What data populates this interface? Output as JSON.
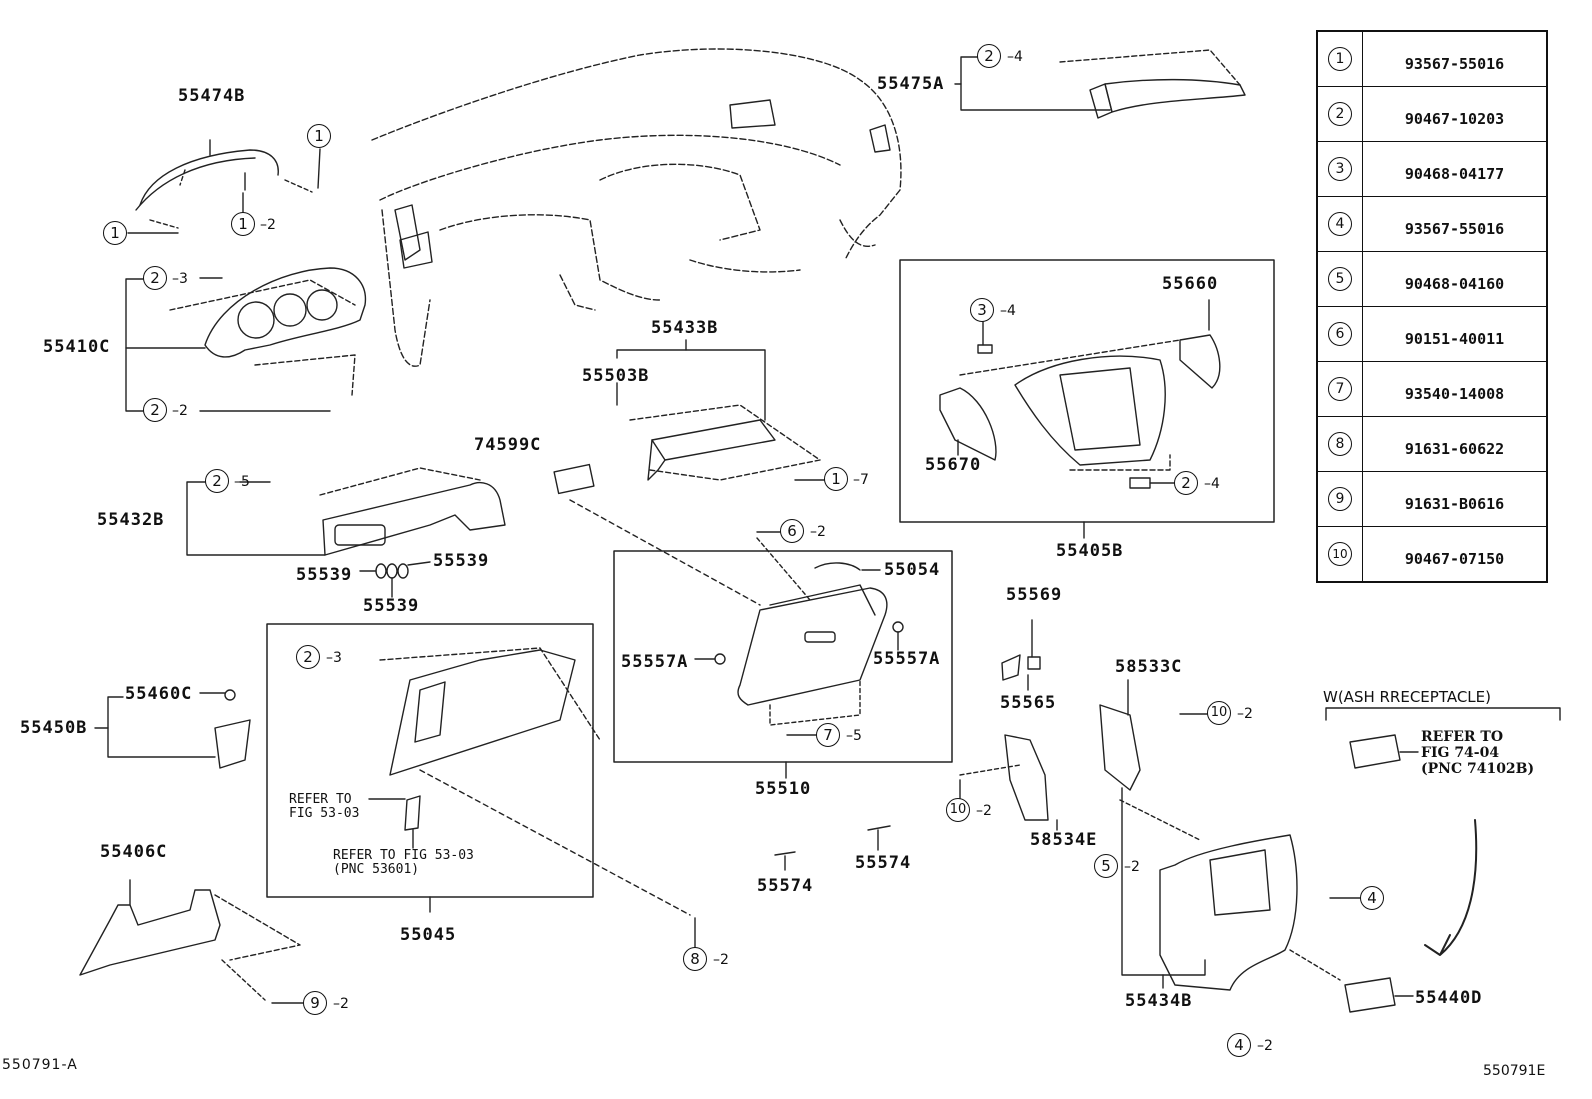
{
  "diagram": {
    "title_code_left": "550791-A",
    "title_code_right": "550791E",
    "parts_table": [
      {
        "ref": "1",
        "part_number": "93567-55016"
      },
      {
        "ref": "2",
        "part_number": "90467-10203"
      },
      {
        "ref": "3",
        "part_number": "90468-04177"
      },
      {
        "ref": "4",
        "part_number": "93567-55016"
      },
      {
        "ref": "5",
        "part_number": "90468-04160"
      },
      {
        "ref": "6",
        "part_number": "90151-40011"
      },
      {
        "ref": "7",
        "part_number": "93540-14008"
      },
      {
        "ref": "8",
        "part_number": "91631-60622"
      },
      {
        "ref": "9",
        "part_number": "91631-B0616"
      },
      {
        "ref": "10",
        "part_number": "90467-07150"
      }
    ],
    "part_labels": {
      "p55474B": "55474B",
      "p55475A": "55475A",
      "p55410C": "55410C",
      "p55433B": "55433B",
      "p55503B": "55503B",
      "p74599C": "74599C",
      "p55432B": "55432B",
      "p55539_a": "55539",
      "p55539_b": "55539",
      "p55539_c": "55539",
      "p55660": "55660",
      "p55670": "55670",
      "p55405B": "55405B",
      "p55054": "55054",
      "p55557A_l": "55557A",
      "p55557A_r": "55557A",
      "p55510": "55510",
      "p55569": "55569",
      "p55565": "55565",
      "p58533C": "58533C",
      "p58534E": "58534E",
      "p55460C": "55460C",
      "p55450B": "55450B",
      "p55045": "55045",
      "p55574_a": "55574",
      "p55574_b": "55574",
      "p55406C": "55406C",
      "p55434B": "55434B",
      "p55440D": "55440D"
    },
    "fastener_callouts": [
      {
        "id": "c1a",
        "ref": "1",
        "qty": ""
      },
      {
        "id": "c1b",
        "ref": "1",
        "qty": ""
      },
      {
        "id": "c1c",
        "ref": "1",
        "qty": "2"
      },
      {
        "id": "c2a",
        "ref": "2",
        "qty": "3"
      },
      {
        "id": "c2b",
        "ref": "2",
        "qty": "2"
      },
      {
        "id": "c2c",
        "ref": "2",
        "qty": "4"
      },
      {
        "id": "c2d",
        "ref": "2",
        "qty": "5"
      },
      {
        "id": "c1d",
        "ref": "1",
        "qty": "7"
      },
      {
        "id": "c3a",
        "ref": "3",
        "qty": "4"
      },
      {
        "id": "c2e",
        "ref": "2",
        "qty": "4"
      },
      {
        "id": "c6a",
        "ref": "6",
        "qty": "2"
      },
      {
        "id": "c7a",
        "ref": "7",
        "qty": "5"
      },
      {
        "id": "c2f",
        "ref": "2",
        "qty": "3"
      },
      {
        "id": "c10a",
        "ref": "10",
        "qty": "2"
      },
      {
        "id": "c10b",
        "ref": "10",
        "qty": "2"
      },
      {
        "id": "c5a",
        "ref": "5",
        "qty": "2"
      },
      {
        "id": "c4a",
        "ref": "4",
        "qty": ""
      },
      {
        "id": "c4b",
        "ref": "4",
        "qty": "2"
      },
      {
        "id": "c8a",
        "ref": "8",
        "qty": "2"
      },
      {
        "id": "c9a",
        "ref": "9",
        "qty": "2"
      }
    ],
    "notes": {
      "refer_53_03_a": "REFER TO\nFIG 53-03",
      "refer_53_03_b": "REFER TO FIG 53-03\n(PNC 53601)",
      "ash_condition": "W(ASH RRECEPTACLE)",
      "refer_74_04": "REFER TO\nFIG 74-04\n(PNC 74102B)"
    },
    "dash_sep": "-"
  }
}
